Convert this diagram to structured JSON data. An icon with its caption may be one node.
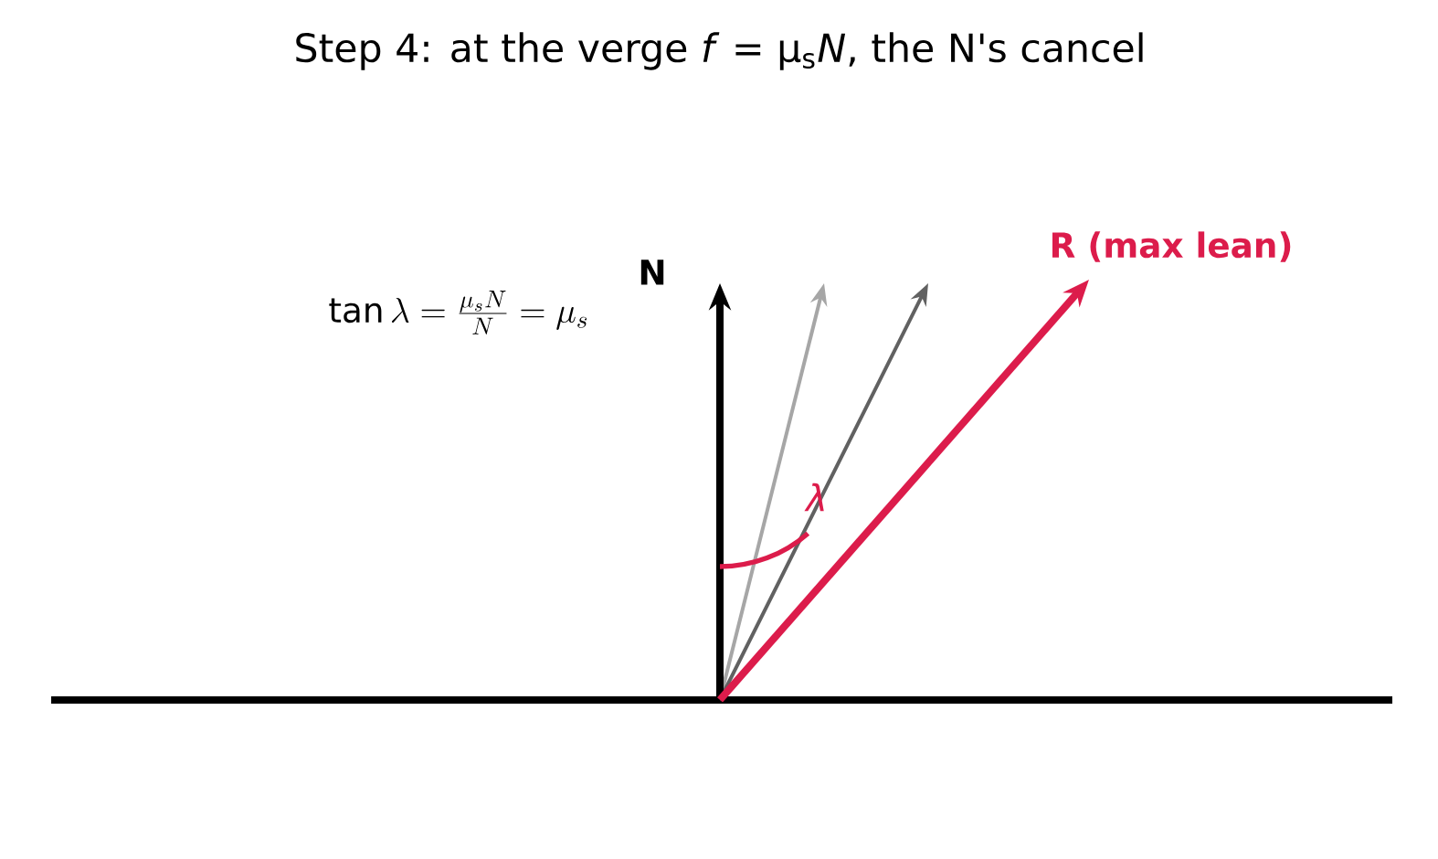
{
  "diagram": {
    "title": "Step 4: at the verge *f* = μ$_{s}$*N*, the N's cancel",
    "labels": [
      "\\tan\\lambda = \\frac{\\mu_s N}{N} = \\mu_s",
      "N",
      "R (max lean)",
      "λ"
    ]
  }
}
